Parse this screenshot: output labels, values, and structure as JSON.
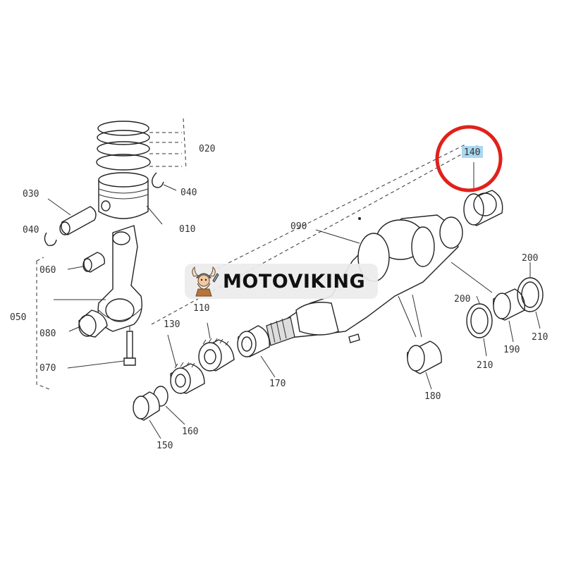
{
  "brand": {
    "name": "MOTOVIKING",
    "logo_icon": "viking-mascot-icon"
  },
  "highlight": {
    "part": "140",
    "circle_color": "#e0211b",
    "label_bg": "#a9d8f0"
  },
  "labels": {
    "p010": "010",
    "p020": "020",
    "p030": "030",
    "p040a": "040",
    "p040b": "040",
    "p050": "050",
    "p060": "060",
    "p070": "070",
    "p080": "080",
    "p090": "090",
    "p110": "110",
    "p130": "130",
    "p140": "140",
    "p150": "150",
    "p160": "160",
    "p170": "170",
    "p180": "180",
    "p190": "190",
    "p200a": "200",
    "p200b": "200",
    "p210a": "210",
    "p210b": "210"
  }
}
